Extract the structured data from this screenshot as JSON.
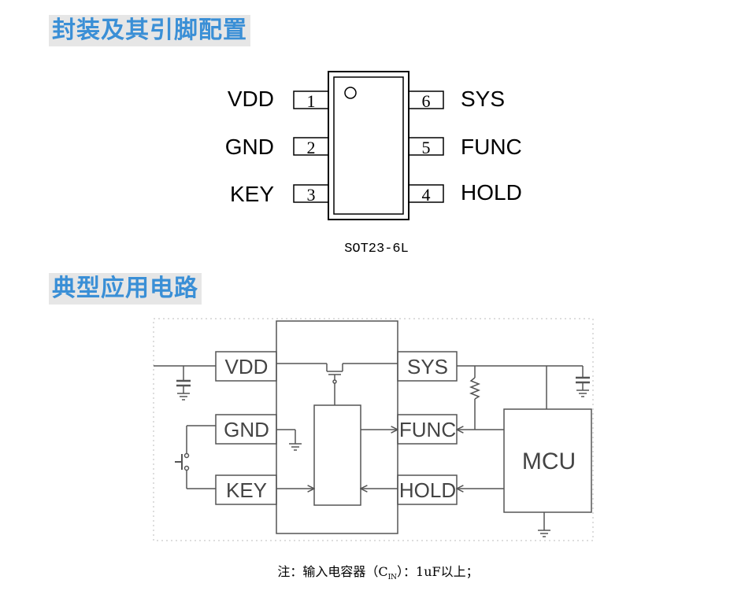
{
  "headings": {
    "package": "封装及其引脚配置",
    "circuit": "典型应用电路"
  },
  "package": {
    "name": "SOT23-6L",
    "pins": [
      {
        "num": "1",
        "name": "VDD"
      },
      {
        "num": "2",
        "name": "GND"
      },
      {
        "num": "3",
        "name": "KEY"
      },
      {
        "num": "4",
        "name": "HOLD"
      },
      {
        "num": "5",
        "name": "FUNC"
      },
      {
        "num": "6",
        "name": "SYS"
      }
    ]
  },
  "circuit": {
    "chip_pins": {
      "vdd": "VDD",
      "gnd": "GND",
      "key": "KEY",
      "sys": "SYS",
      "func": "FUNC",
      "hold": "HOLD"
    },
    "mcu": "MCU"
  },
  "note": {
    "prefix": "注：输入电容器（C",
    "subscript": "IN",
    "suffix": "）：1uF以上；"
  }
}
